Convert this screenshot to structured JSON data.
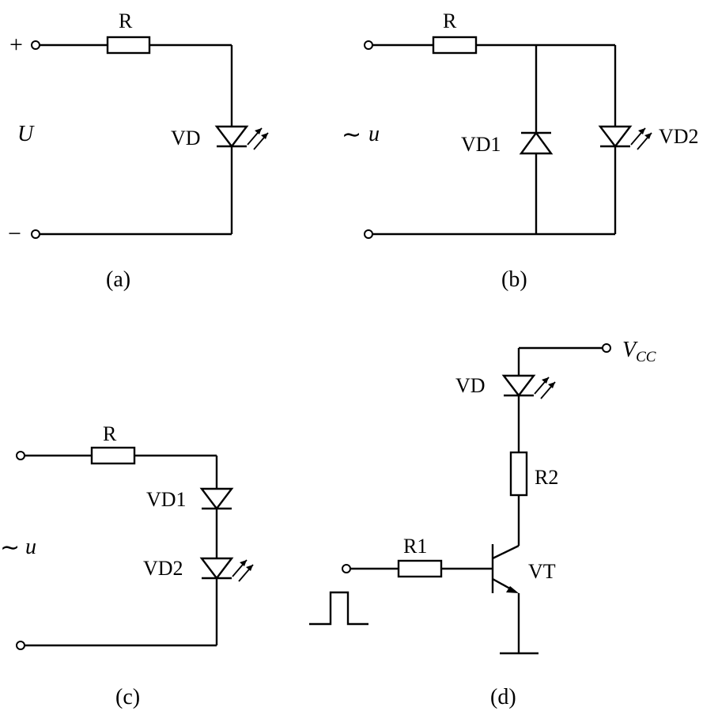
{
  "diagrams": {
    "a": {
      "caption": "(a)",
      "resistor": "R",
      "source": "U",
      "plus": "+",
      "minus": "−",
      "led": "VD"
    },
    "b": {
      "caption": "(b)",
      "resistor": "R",
      "tilde": "∼",
      "source": "u",
      "diode": "VD1",
      "led": "VD2"
    },
    "c": {
      "caption": "(c)",
      "resistor": "R",
      "tilde": "∼",
      "source": "u",
      "diode": "VD1",
      "led": "VD2"
    },
    "d": {
      "caption": "(d)",
      "supply": "V",
      "supply_sub": "CC",
      "led": "VD",
      "collector_resistor": "R2",
      "base_resistor": "R1",
      "transistor": "VT"
    }
  }
}
